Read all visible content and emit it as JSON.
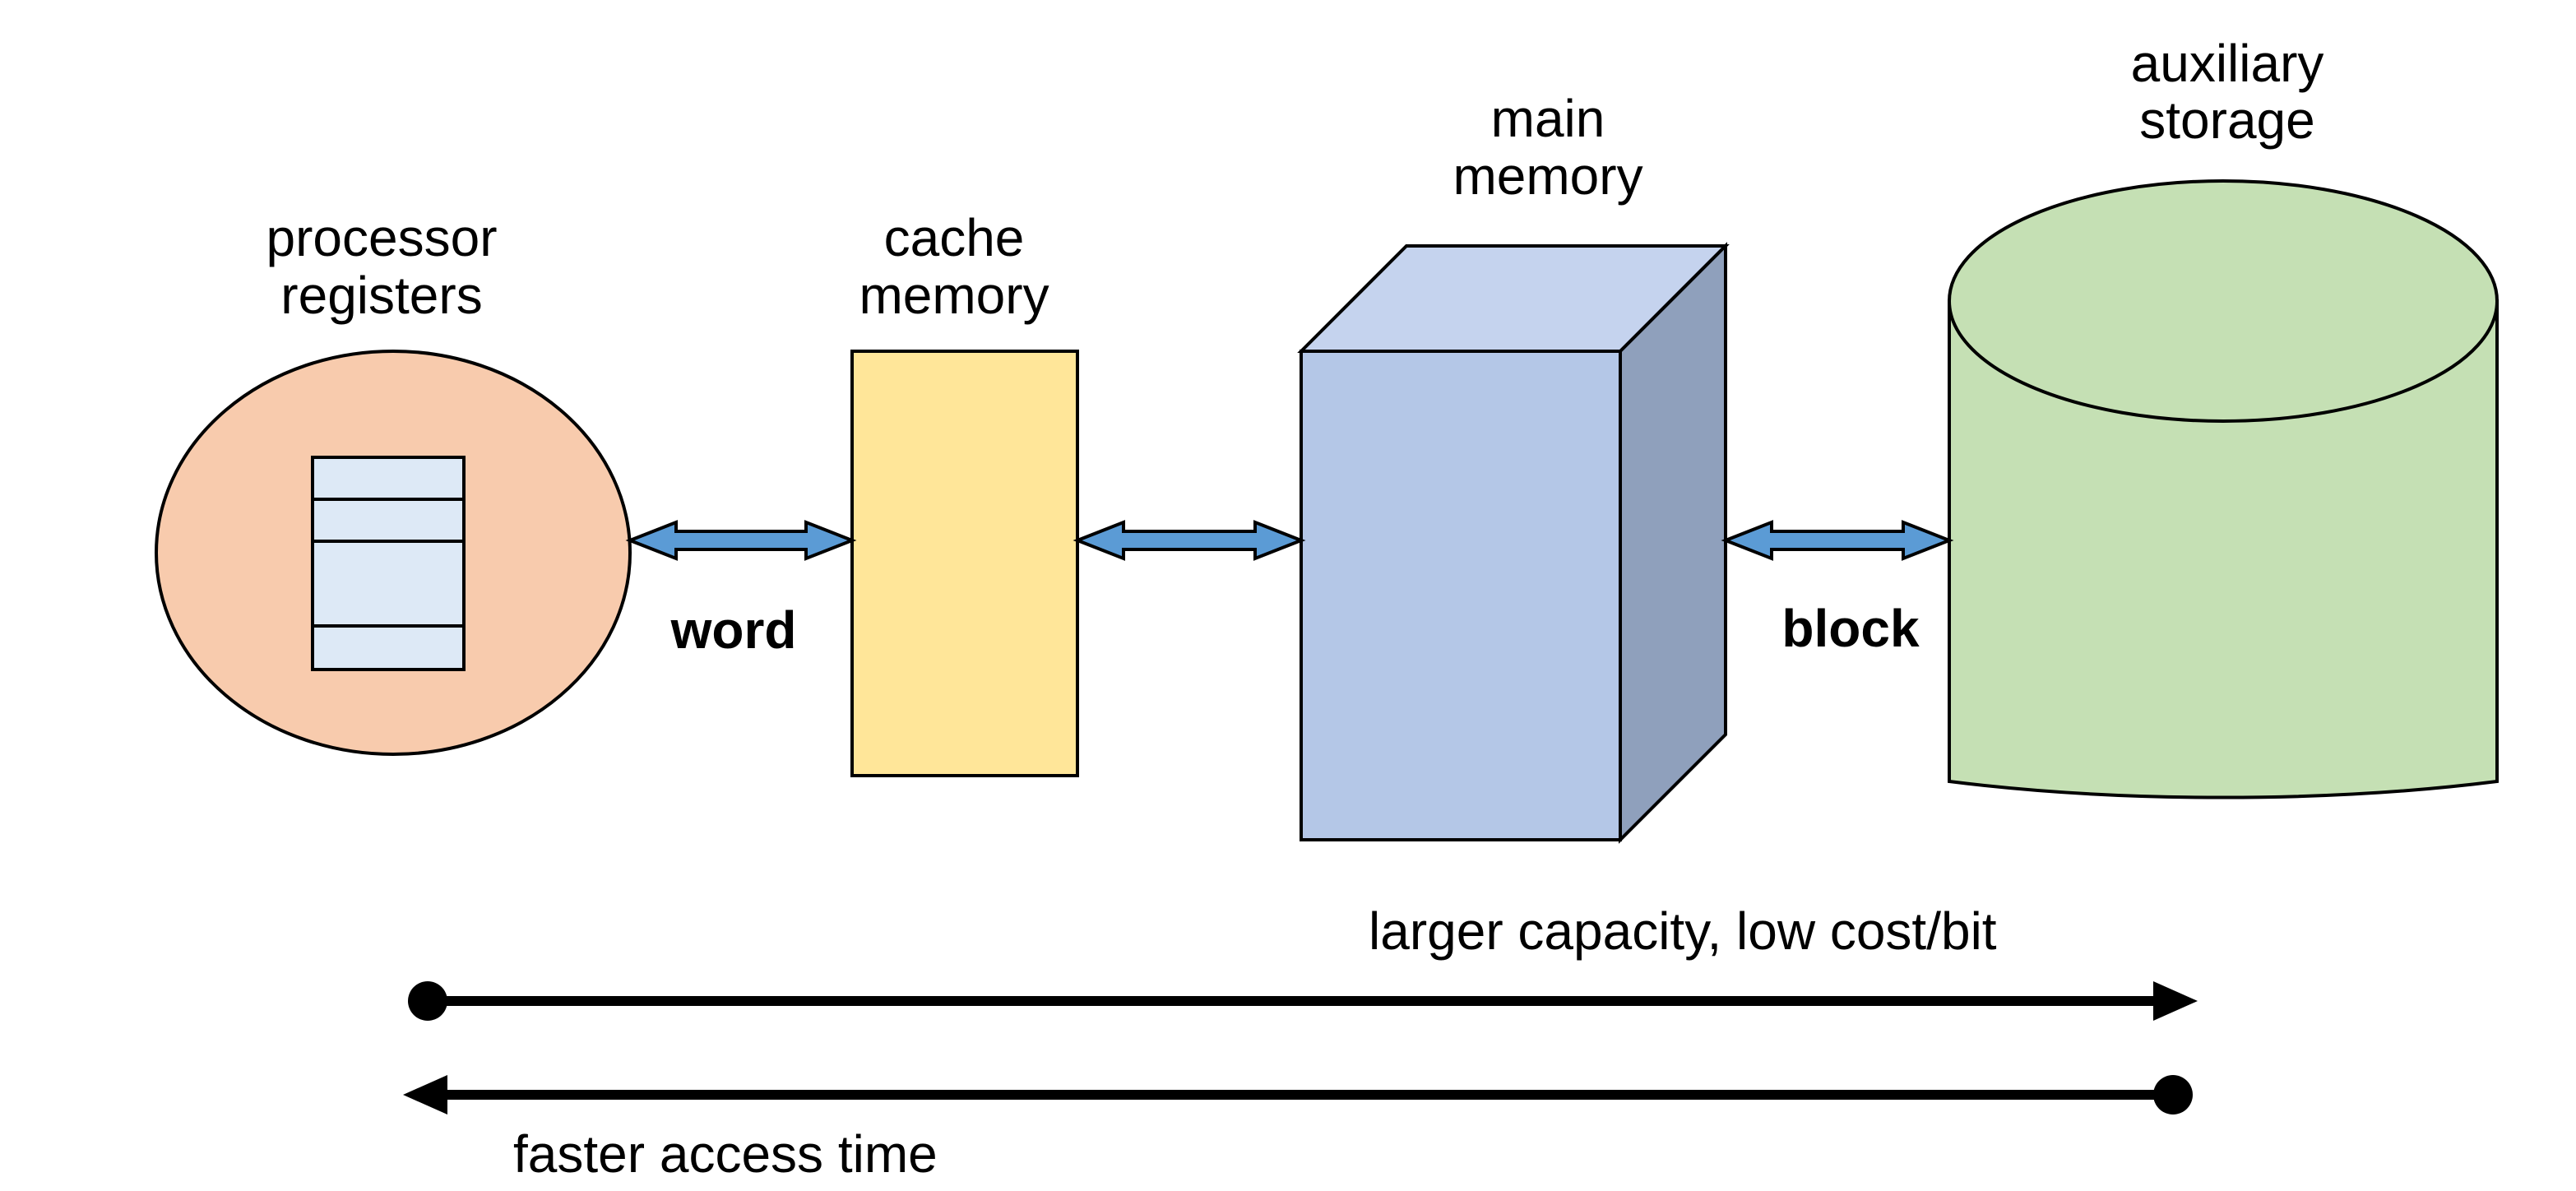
{
  "components": {
    "registers": {
      "label_line1": "processor",
      "label_line2": "registers",
      "fill": "#f8cbad",
      "inner_fill": "#dde9f6"
    },
    "cache": {
      "label_line1": "cache",
      "label_line2": "memory",
      "fill": "#ffe699"
    },
    "main_memory": {
      "label_line1": "main",
      "label_line2": "memory",
      "front_fill": "#b4c7e7",
      "top_fill": "#c5d3ee",
      "side_fill": "#8fa0bc"
    },
    "auxiliary": {
      "label_line1": "auxiliary",
      "label_line2": "storage",
      "fill": "#c5e0b4"
    }
  },
  "transfers": {
    "word_label": "word",
    "block_label": "block",
    "arrow_fill": "#5b9bd5"
  },
  "scales": {
    "capacity_label": "larger capacity, low cost/bit",
    "speed_label": "faster access time"
  }
}
